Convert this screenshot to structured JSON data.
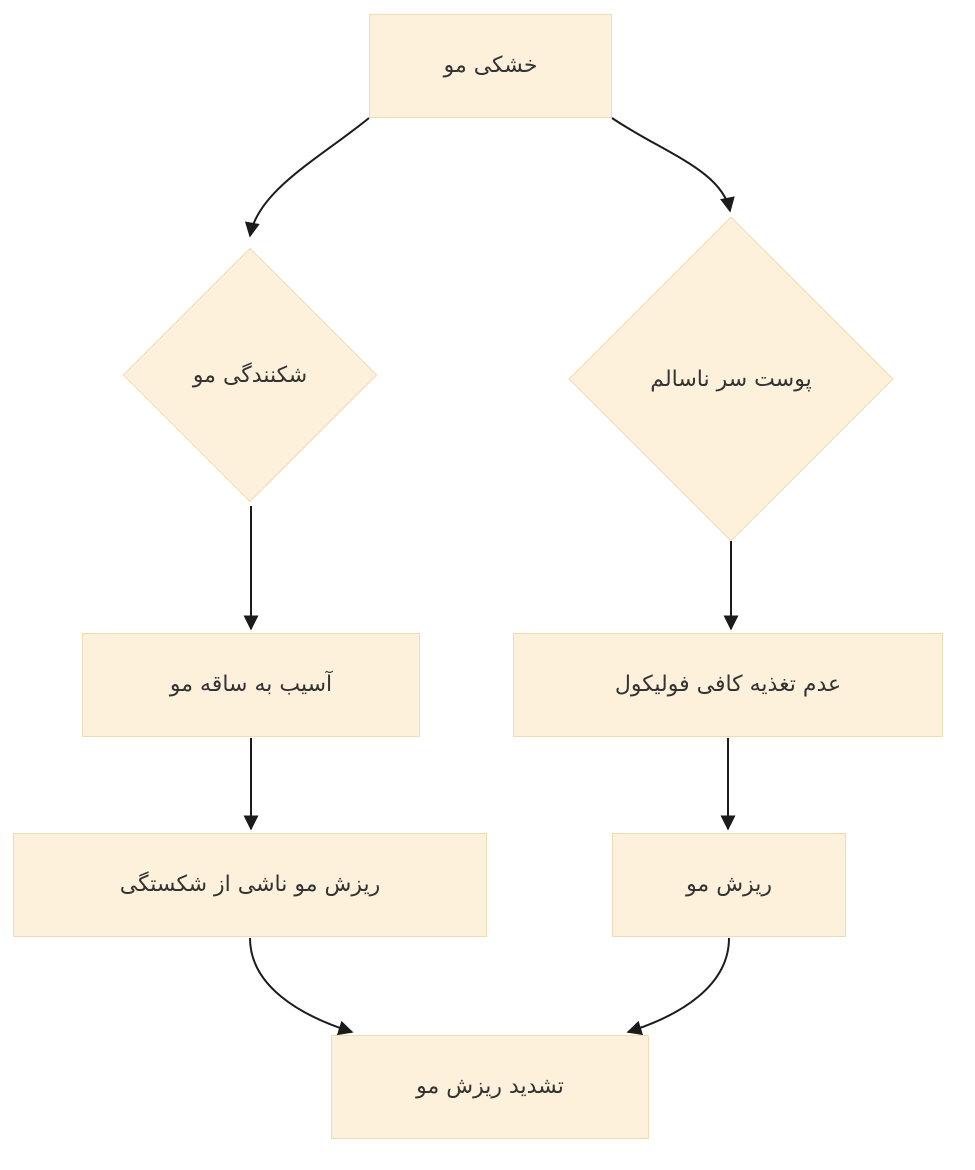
{
  "diagram": {
    "type": "flowchart",
    "direction": "top-down",
    "colors": {
      "background": "#ffffff",
      "node-fill": "#fdf1dc",
      "node-border": "#f0dcb3",
      "text-color": "#333333",
      "arrow-color": "#1b1b1b"
    },
    "nodes": {
      "dry_hair": {
        "label": "خشکی مو",
        "shape": "rect"
      },
      "brittleness": {
        "label": "شکنندگی مو",
        "shape": "diamond"
      },
      "unhealthy_scalp": {
        "label": "پوست سر ناسالم",
        "shape": "diamond"
      },
      "shaft_damage": {
        "label": "آسیب به ساقه مو",
        "shape": "rect"
      },
      "follicle_nutrition": {
        "label": "عدم تغذیه کافی فولیکول",
        "shape": "rect"
      },
      "breakage_loss": {
        "label": "ریزش مو ناشی از شکستگی",
        "shape": "rect"
      },
      "hair_loss": {
        "label": "ریزش مو",
        "shape": "rect"
      },
      "intensified_loss": {
        "label": "تشدید ریزش مو",
        "shape": "rect"
      }
    },
    "edges": [
      {
        "from": "dry_hair",
        "to": "brittleness"
      },
      {
        "from": "dry_hair",
        "to": "unhealthy_scalp"
      },
      {
        "from": "brittleness",
        "to": "shaft_damage"
      },
      {
        "from": "unhealthy_scalp",
        "to": "follicle_nutrition"
      },
      {
        "from": "shaft_damage",
        "to": "breakage_loss"
      },
      {
        "from": "follicle_nutrition",
        "to": "hair_loss"
      },
      {
        "from": "breakage_loss",
        "to": "intensified_loss"
      },
      {
        "from": "hair_loss",
        "to": "intensified_loss"
      }
    ]
  }
}
